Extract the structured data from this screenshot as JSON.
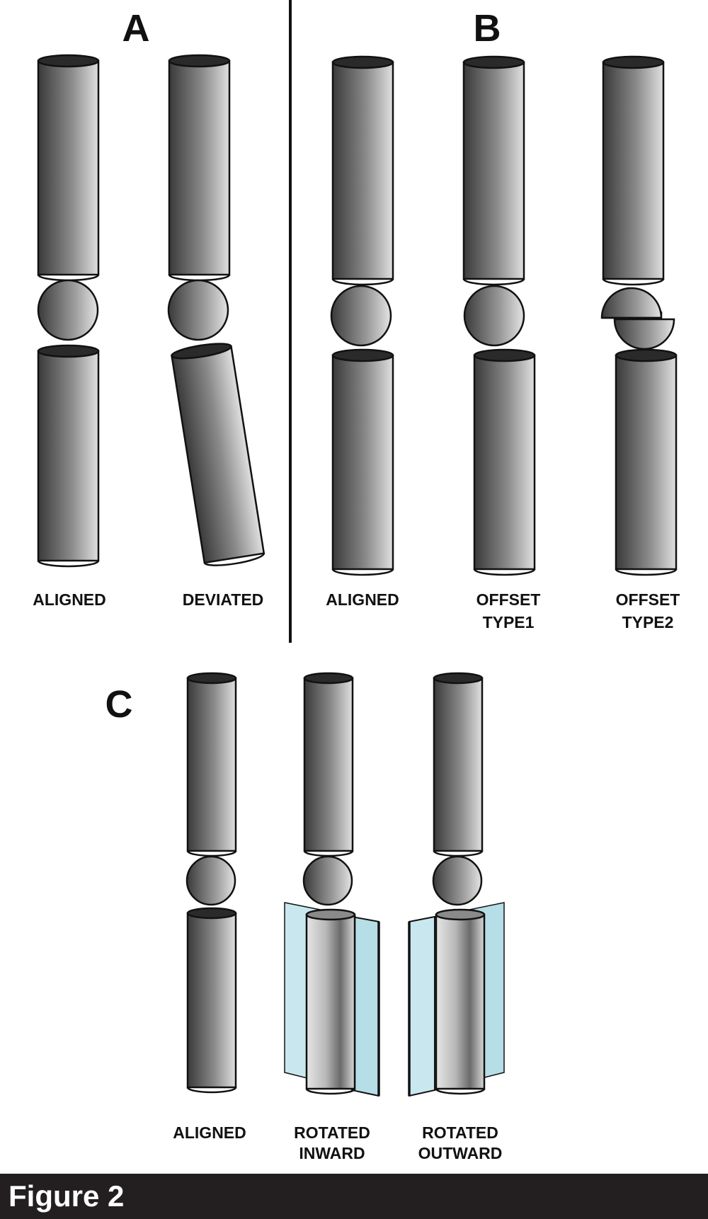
{
  "panels": {
    "a": {
      "letter": "A",
      "labels": [
        "ALIGNED",
        "DEVIATED"
      ]
    },
    "b": {
      "letter": "B",
      "labels": [
        "ALIGNED",
        "OFFSET",
        "TYPE1",
        "OFFSET",
        "TYPE2"
      ]
    },
    "c": {
      "letter": "C",
      "labels": [
        "ALIGNED",
        "ROTATED",
        "INWARD",
        "ROTATED",
        "OUTWARD"
      ]
    }
  },
  "footer": {
    "title": "Figure 2"
  },
  "colors": {
    "plane": "#bfe3ec",
    "outline": "#111111",
    "footer_bg": "#231f20"
  }
}
